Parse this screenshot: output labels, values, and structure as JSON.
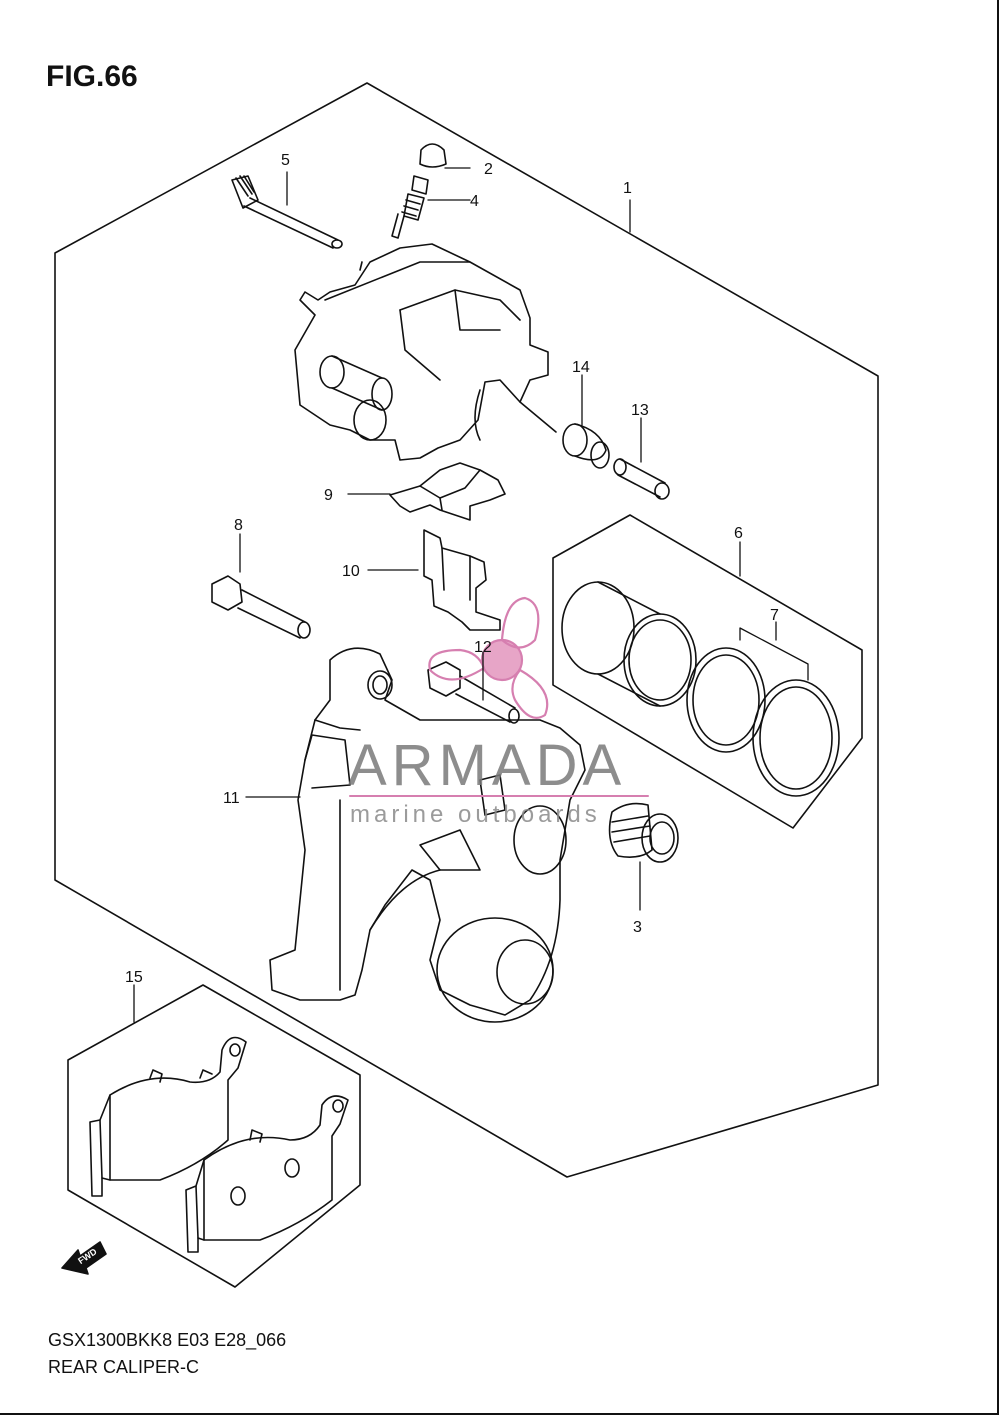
{
  "figure": {
    "title": "FIG.66",
    "code": "GSX1300BKK8 E03 E28_066",
    "name": "REAR CALIPER-C"
  },
  "callouts": [
    {
      "id": "1",
      "label": "1"
    },
    {
      "id": "2",
      "label": "2"
    },
    {
      "id": "3",
      "label": "3"
    },
    {
      "id": "4",
      "label": "4"
    },
    {
      "id": "5",
      "label": "5"
    },
    {
      "id": "6",
      "label": "6"
    },
    {
      "id": "7",
      "label": "7"
    },
    {
      "id": "8",
      "label": "8"
    },
    {
      "id": "9",
      "label": "9"
    },
    {
      "id": "10",
      "label": "10"
    },
    {
      "id": "11",
      "label": "11"
    },
    {
      "id": "12",
      "label": "12"
    },
    {
      "id": "13",
      "label": "13"
    },
    {
      "id": "14",
      "label": "14"
    },
    {
      "id": "15",
      "label": "15"
    }
  ],
  "fwd_marker": {
    "label": "FWD"
  },
  "watermark": {
    "brand": "ARMADA",
    "tagline": "marine outboards",
    "color": "#d67fb0"
  }
}
